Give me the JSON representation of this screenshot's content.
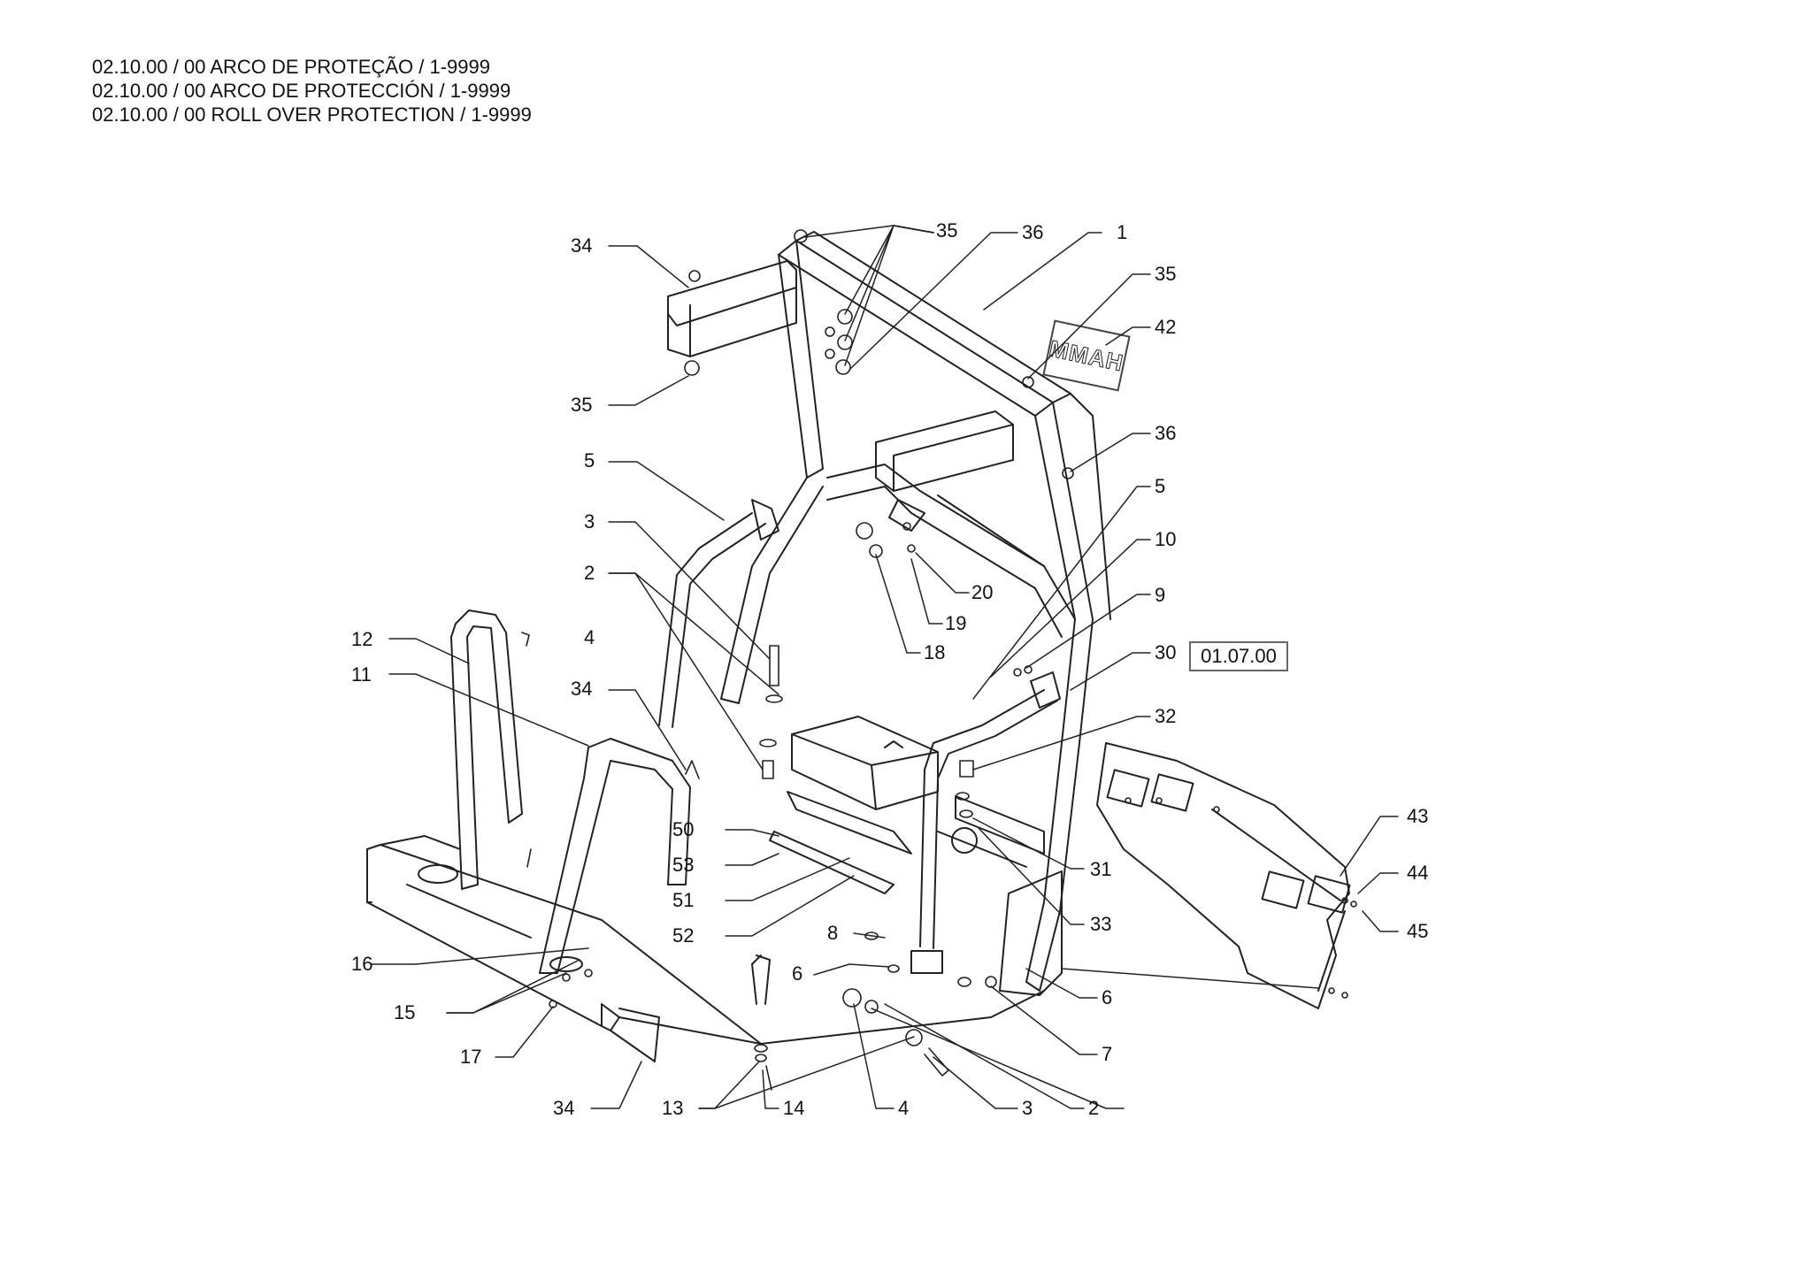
{
  "titles": [
    "02.10.00 / 00 ARCO DE PROTEÇÃO / 1-9999",
    "02.10.00 / 00 ARCO DE PROTECCIÓN / 1-9999",
    "02.10.00 / 00 ROLL OVER PROTECTION / 1-9999"
  ],
  "reference_box": "01.07.00",
  "decal_text": "MMAH",
  "callouts": [
    "34",
    "35",
    "36",
    "1",
    "35",
    "42",
    "35",
    "36",
    "5",
    "5",
    "3",
    "10",
    "2",
    "9",
    "20",
    "19",
    "18",
    "12",
    "4",
    "30",
    "11",
    "34",
    "32",
    "50",
    "53",
    "31",
    "51",
    "52",
    "33",
    "43",
    "44",
    "45",
    "8",
    "6",
    "16",
    "6",
    "15",
    "7",
    "17",
    "34",
    "13",
    "14",
    "4",
    "3",
    "2"
  ]
}
